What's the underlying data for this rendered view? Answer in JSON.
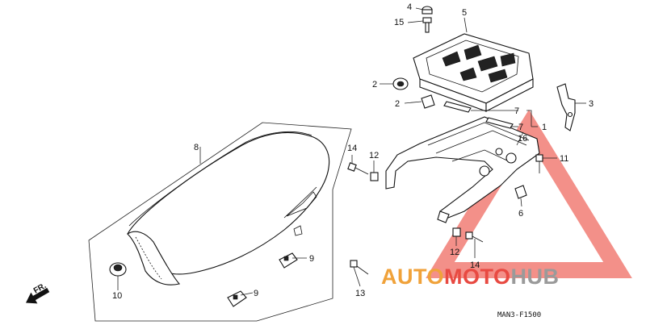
{
  "callouts": [
    {
      "id": "c4",
      "text": "4"
    },
    {
      "id": "c15",
      "text": "15"
    },
    {
      "id": "c5",
      "text": "5"
    },
    {
      "id": "c2a",
      "text": "2"
    },
    {
      "id": "c2b",
      "text": "2"
    },
    {
      "id": "c3",
      "text": "3"
    },
    {
      "id": "c7a",
      "text": "7"
    },
    {
      "id": "c7b",
      "text": "7"
    },
    {
      "id": "c1",
      "text": "1"
    },
    {
      "id": "c16",
      "text": "16"
    },
    {
      "id": "c11",
      "text": "11"
    },
    {
      "id": "c8",
      "text": "8"
    },
    {
      "id": "c14a",
      "text": "14"
    },
    {
      "id": "c12a",
      "text": "12"
    },
    {
      "id": "c6",
      "text": "6"
    },
    {
      "id": "c12b",
      "text": "12"
    },
    {
      "id": "c14b",
      "text": "14"
    },
    {
      "id": "c9a",
      "text": "9"
    },
    {
      "id": "c9b",
      "text": "9"
    },
    {
      "id": "c10",
      "text": "10"
    },
    {
      "id": "c13",
      "text": "13"
    }
  ],
  "direction_label": "FR.",
  "diagram_code": "MAN3-F1500",
  "watermark": {
    "part1": "AUTO",
    "part2": "MOTO",
    "part3": "HUB",
    "color_orange": "#f0a23a",
    "color_red": "#e84a42",
    "color_gray": "#9a9a9a"
  }
}
